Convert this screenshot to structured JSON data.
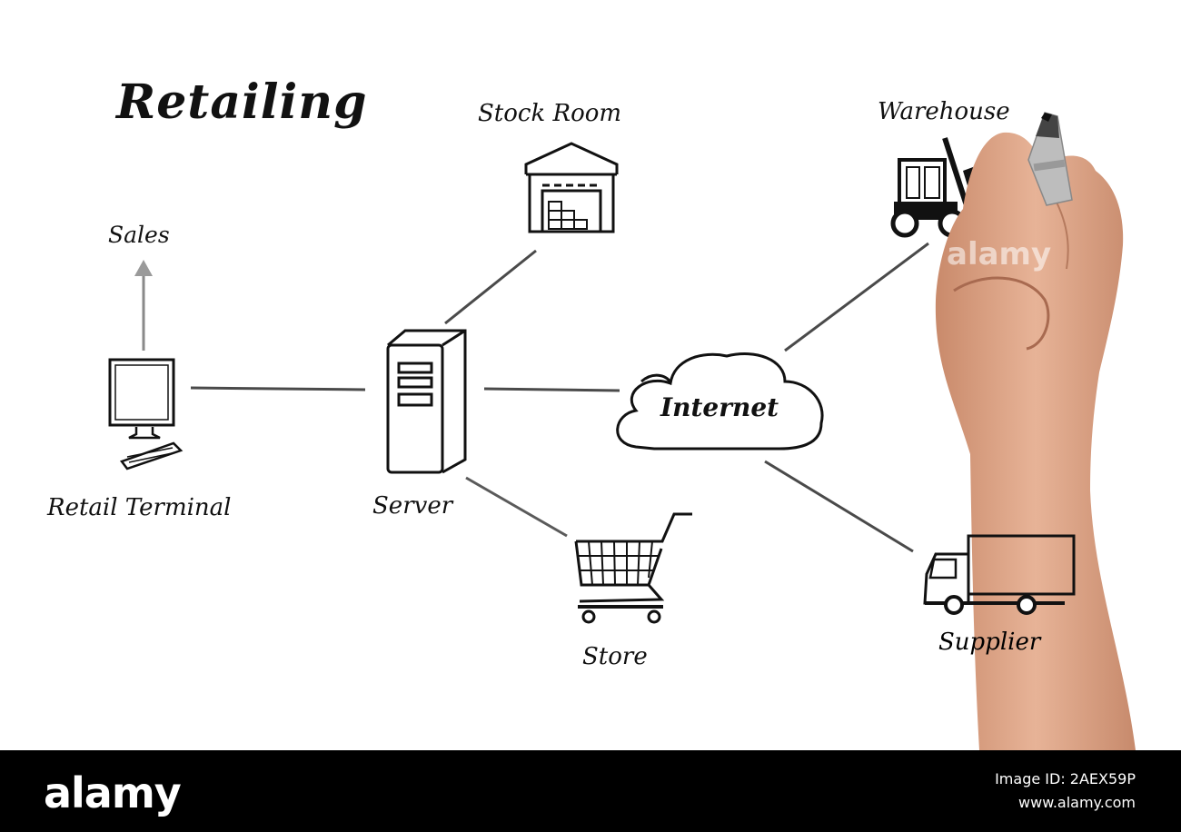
{
  "diagram": {
    "title": "Retailing",
    "nodes": {
      "stock_room": "Stock Room",
      "warehouse": "Warehouse",
      "sales": "Sales",
      "internet": "Internet",
      "retail_terminal": "Retail Terminal",
      "server": "Server",
      "store": "Store",
      "supplier": "Supplier"
    },
    "connections": [
      [
        "Retail Terminal",
        "Server"
      ],
      [
        "Server",
        "Stock Room"
      ],
      [
        "Server",
        "Internet"
      ],
      [
        "Server",
        "Store"
      ],
      [
        "Internet",
        "Warehouse"
      ],
      [
        "Internet",
        "Supplier"
      ],
      [
        "Retail Terminal",
        "Sales"
      ]
    ],
    "line_color": "#4a4a4a",
    "arrow_color": "#8a8a8a"
  },
  "watermark": {
    "brand": "alamy",
    "image_id": "Image ID: 2AEX59P",
    "site": "www.alamy.com",
    "overlay": "alamy"
  }
}
